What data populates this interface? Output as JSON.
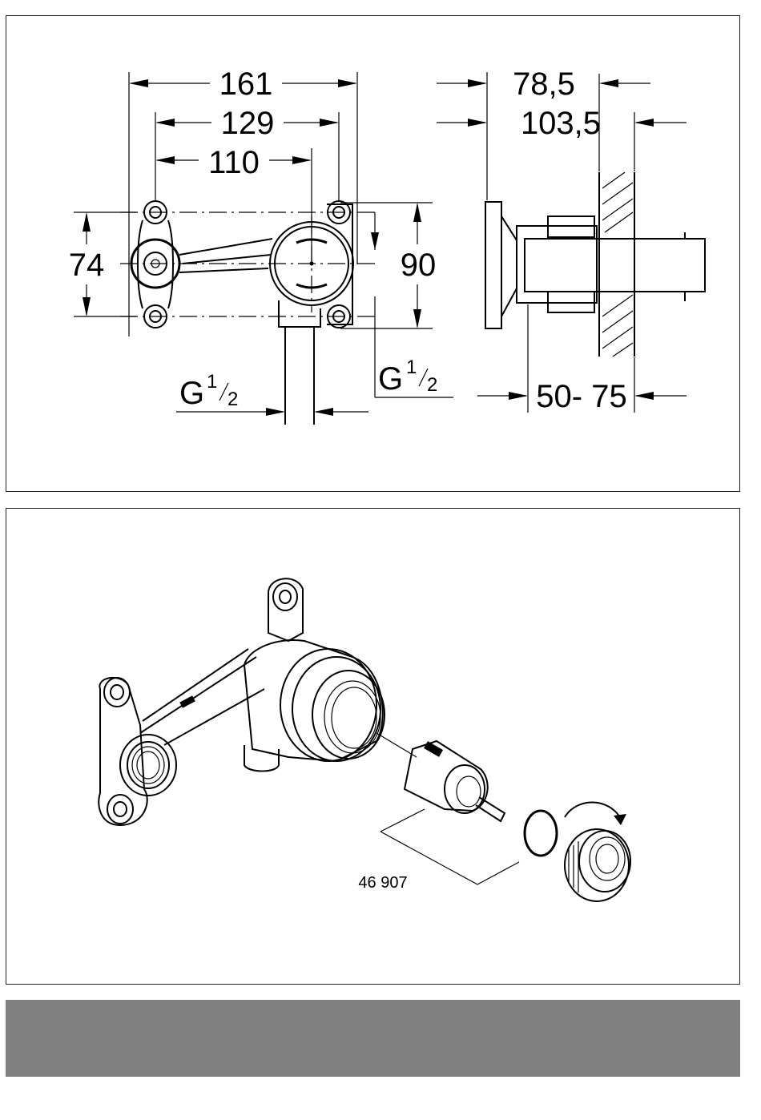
{
  "dimensions": {
    "width_161": "161",
    "width_129": "129",
    "width_110": "110",
    "height_74": "74",
    "height_90": "90",
    "depth_78_5": "78,5",
    "depth_103_5": "103,5",
    "range_50_75": "50- 75",
    "thread_left": {
      "base": "G",
      "num": "1",
      "den": "2"
    },
    "thread_right": {
      "base": "G",
      "num": "1",
      "den": "2"
    }
  },
  "parts": {
    "cartridge_ref": "46 907"
  },
  "colors": {
    "line": "#000000",
    "footer_bar": "#808080"
  }
}
